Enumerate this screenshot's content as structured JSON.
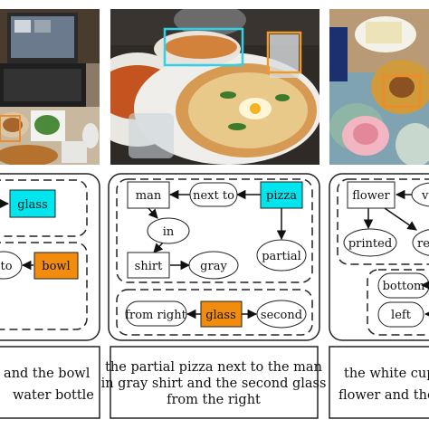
{
  "colors": {
    "object": "#00e5ee",
    "secondary": "#f28c0f",
    "pizza_box": "#2ed1e6",
    "glass_box": "#f09a2a",
    "bowl_box": "#ef8b25"
  },
  "panel_left": {
    "nodes": {
      "glass": "glass",
      "to": "to",
      "bowl": "bowl"
    },
    "caption": {
      "line1": "s and the bowl",
      "line2": "water bottle"
    }
  },
  "panel_middle": {
    "nodes": {
      "man": "man",
      "next_to": "next to",
      "pizza": "pizza",
      "in": "in",
      "shirt": "shirt",
      "gray": "gray",
      "partial": "partial",
      "from_right": "from right",
      "glass": "glass",
      "second": "second"
    },
    "caption": {
      "line1": "the partial pizza next to the man",
      "line2": "in gray shirt and the second glass",
      "line3": "from the right"
    }
  },
  "panel_right": {
    "nodes": {
      "flower": "flower",
      "v": "v",
      "printed": "printed",
      "re": "re",
      "bottom": "bottom",
      "left": "left"
    },
    "caption": {
      "line1": "the white cup",
      "line2": "flower and the"
    }
  }
}
